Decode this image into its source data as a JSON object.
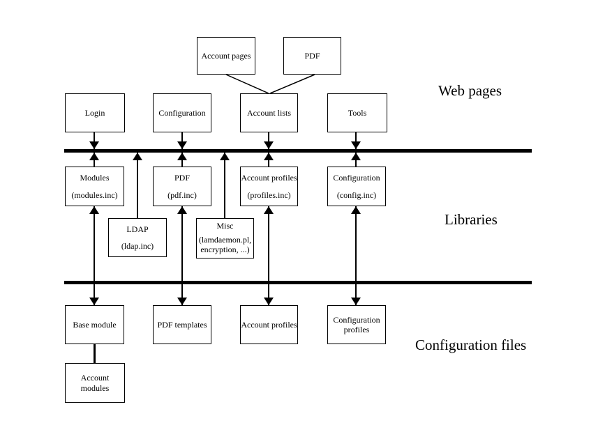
{
  "diagram": {
    "colors": {
      "line": "#000000",
      "background": "#ffffff"
    },
    "layer_labels": {
      "web_pages": "Web pages",
      "libraries": "Libraries",
      "configuration_files": "Configuration files"
    },
    "boxes": {
      "account_pages": {
        "lines": [
          "Account pages"
        ]
      },
      "pdf_page": {
        "lines": [
          "PDF"
        ]
      },
      "login": {
        "lines": [
          "Login"
        ]
      },
      "configuration_page": {
        "lines": [
          "Configuration"
        ]
      },
      "account_lists": {
        "lines": [
          "Account lists"
        ]
      },
      "tools": {
        "lines": [
          "Tools"
        ]
      },
      "modules_lib": {
        "lines": [
          "Modules",
          "(modules.inc)"
        ]
      },
      "pdf_lib": {
        "lines": [
          "PDF",
          "(pdf.inc)"
        ]
      },
      "account_profiles_lib": {
        "lines": [
          "Account profiles",
          "(profiles.inc)"
        ]
      },
      "configuration_lib": {
        "lines": [
          "Configuration",
          "(config.inc)"
        ]
      },
      "ldap_lib": {
        "lines": [
          "LDAP",
          "(ldap.inc)"
        ]
      },
      "misc_lib": {
        "lines": [
          "Misc",
          "(lamdaemon.pl,",
          "encryption, ...)"
        ]
      },
      "base_module": {
        "lines": [
          "Base module"
        ]
      },
      "pdf_templates": {
        "lines": [
          "PDF templates"
        ]
      },
      "account_profiles_files": {
        "lines": [
          "Account profiles"
        ]
      },
      "configuration_profiles": {
        "lines": [
          "Configuration",
          "profiles"
        ]
      },
      "account_modules": {
        "lines": [
          "Account modules"
        ]
      }
    }
  }
}
